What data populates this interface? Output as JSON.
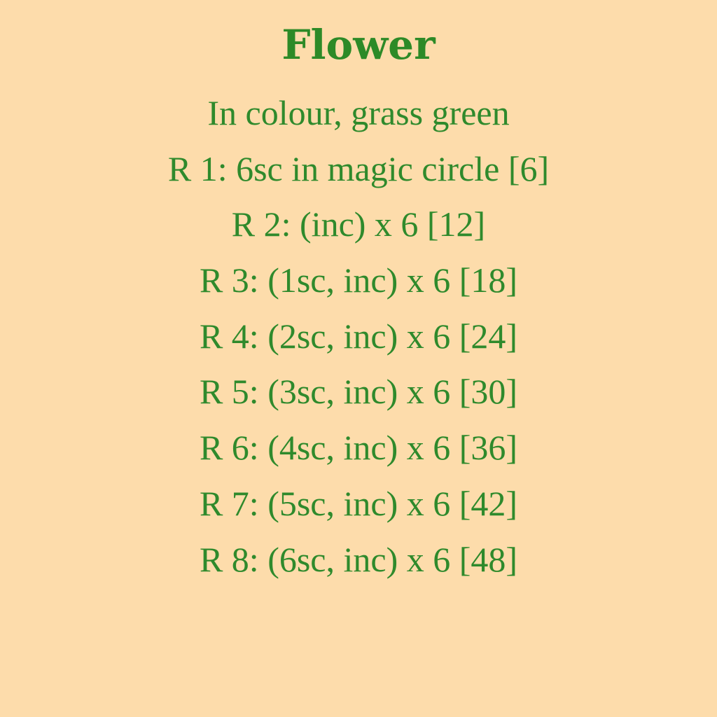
{
  "title": "Flower",
  "lines": [
    "In colour, grass green",
    "R 1: 6sc in magic circle [6]",
    "R 2: (inc) x 6 [12]",
    "R 3: (1sc, inc) x 6 [18]",
    "R 4: (2sc, inc) x 6 [24]",
    "R 5: (3sc, inc) x 6 [30]",
    "R 6: (4sc, inc) x 6 [36]",
    "R 7: (5sc, inc) x 6 [42]",
    "R 8: (6sc, inc) x 6 [48]"
  ],
  "colors": {
    "background": "#fddcab",
    "text": "#2f8a2c"
  }
}
